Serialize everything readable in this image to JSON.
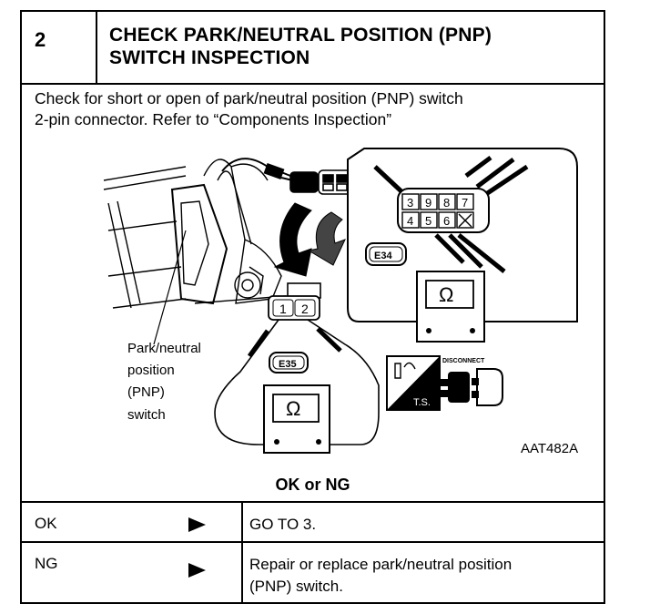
{
  "step": {
    "number": "2",
    "title_line1": "CHECK PARK/NEUTRAL POSITION (PNP)",
    "title_line2": "SWITCH INSPECTION"
  },
  "instruction": {
    "line1": "Check for short or open of park/neutral position (PNP) switch",
    "line2": "2-pin connector. Refer to “Components Inspection”"
  },
  "figure": {
    "callout": [
      "Park/neutral",
      "position",
      "(PNP)",
      "switch"
    ],
    "connector_e35": "E35",
    "connector_e34": "E34",
    "pins_small": [
      "1",
      "2"
    ],
    "pins_large_top": [
      "3",
      "9",
      "8",
      "7"
    ],
    "pins_large_bottom": [
      "4",
      "5",
      "6"
    ],
    "ohm_symbol": "Ω",
    "ts_label": "T.S.",
    "disconnect_label": "DISCONNECT",
    "code": "AAT482A"
  },
  "question": "OK or NG",
  "results": [
    {
      "label": "OK",
      "action_line1": "GO TO 3.",
      "action_line2": ""
    },
    {
      "label": "NG",
      "action_line1": "Repair or replace park/neutral position",
      "action_line2": "(PNP) switch."
    }
  ]
}
